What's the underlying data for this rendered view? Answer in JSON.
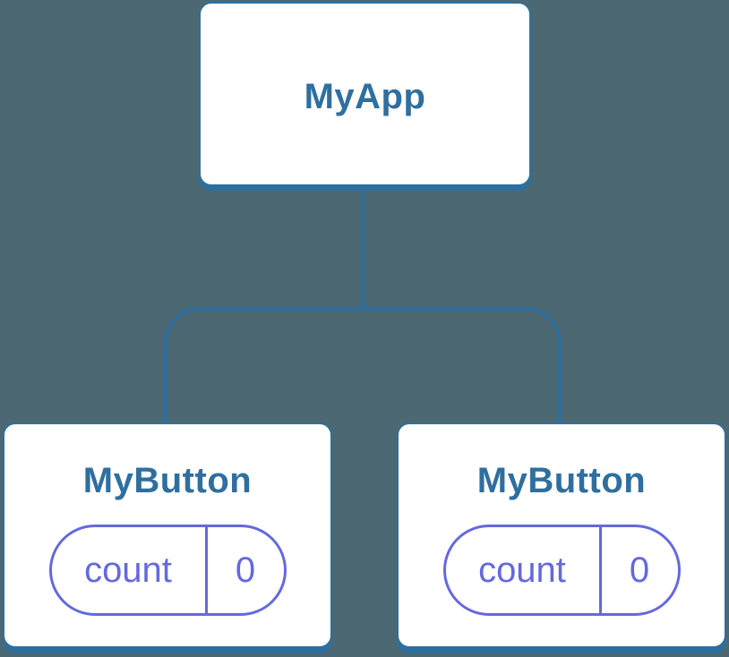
{
  "colors": {
    "background": "#4c6872",
    "node_accent": "#2f6f9f",
    "state_accent": "#6469dd",
    "node_fill": "#ffffff"
  },
  "diagram": {
    "type": "component-tree",
    "root": {
      "label": "MyApp"
    },
    "children": [
      {
        "label": "MyButton",
        "state": {
          "key": "count",
          "value": "0"
        }
      },
      {
        "label": "MyButton",
        "state": {
          "key": "count",
          "value": "0"
        }
      }
    ]
  }
}
